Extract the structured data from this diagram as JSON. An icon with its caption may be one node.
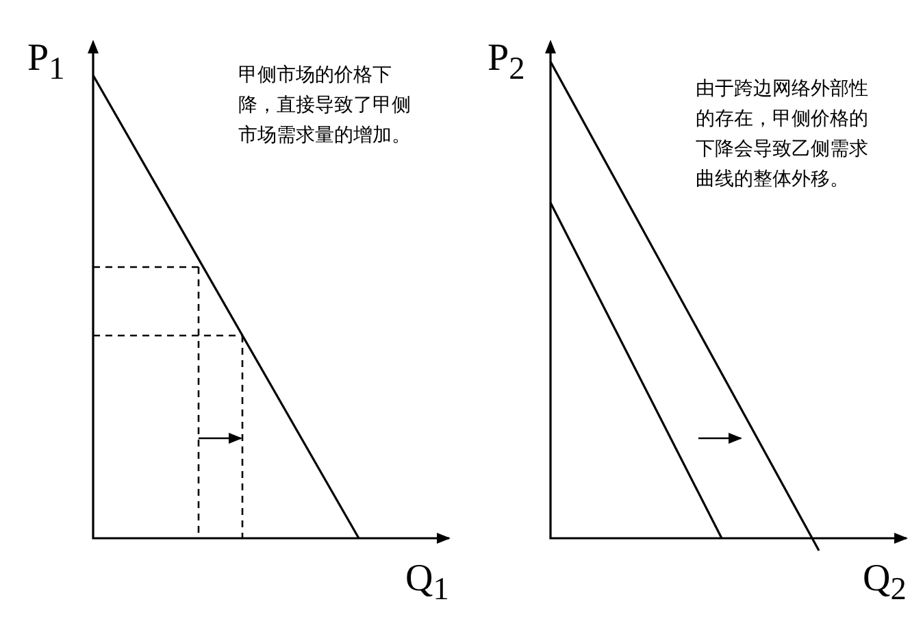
{
  "diagram": {
    "labels": [
      "P$_{1}$",
      "甲侧市场的价格下降，直接导致了甲侧市场需求量的增加。",
      "Q$_{1}$",
      "P$_{2}$",
      "由于跨边网络外部性的存在，甲侧价格的下降会导致乙侧需求曲线的整体外移。",
      "Q$_{2}$"
    ]
  }
}
